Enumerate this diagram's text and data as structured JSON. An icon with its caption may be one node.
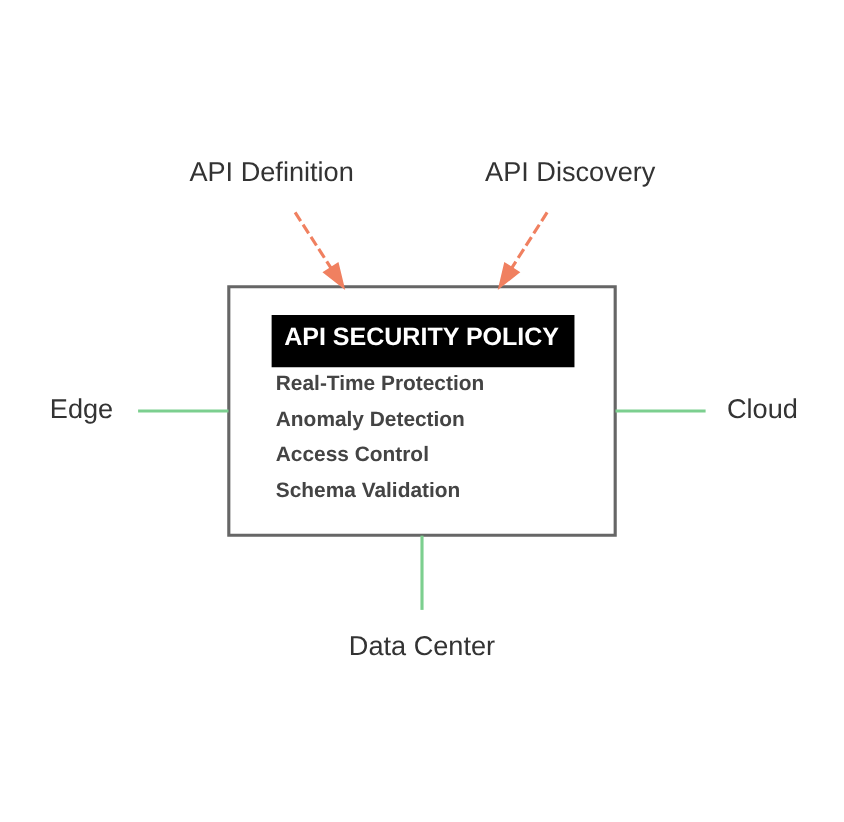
{
  "diagram": {
    "nodes": [
      {
        "text": [
          "API Definition"
        ]
      },
      {
        "text": [
          "API Discovery"
        ]
      },
      {
        "text": [
          "API SECURITY POLICY",
          "Real-Time Protection",
          "Anomaly Detection",
          "Access Control",
          "Schema Validation"
        ]
      },
      {
        "text": [
          "Edge"
        ]
      },
      {
        "text": [
          "Cloud"
        ]
      },
      {
        "text": [
          "Data Center"
        ]
      }
    ],
    "edges": [
      {
        "from": 0,
        "to": 2,
        "arrow": "to",
        "style": "dashed",
        "color": "#f08060"
      },
      {
        "from": 1,
        "to": 2,
        "arrow": "to",
        "style": "dashed",
        "color": "#f08060"
      },
      {
        "from": 3,
        "to": 2,
        "arrow": "none"
      },
      {
        "from": 2,
        "to": 4,
        "arrow": "none"
      },
      {
        "from": 2,
        "to": 5,
        "arrow": "none"
      }
    ]
  }
}
